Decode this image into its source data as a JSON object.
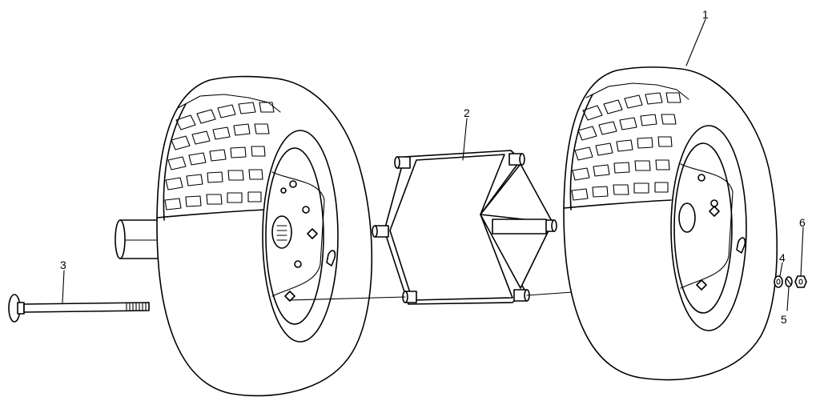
{
  "callouts": [
    {
      "id": "1",
      "label": "1"
    },
    {
      "id": "2",
      "label": "2"
    },
    {
      "id": "3",
      "label": "3"
    },
    {
      "id": "4",
      "label": "4"
    },
    {
      "id": "5",
      "label": "5"
    },
    {
      "id": "6",
      "label": "6"
    }
  ],
  "parts": [
    "tire-wheel-assembly",
    "wheel-spacer",
    "carriage-bolt",
    "flat-washer",
    "lock-washer",
    "hex-nut"
  ],
  "colors": {
    "ink": "#000000",
    "paper": "#ffffff"
  }
}
